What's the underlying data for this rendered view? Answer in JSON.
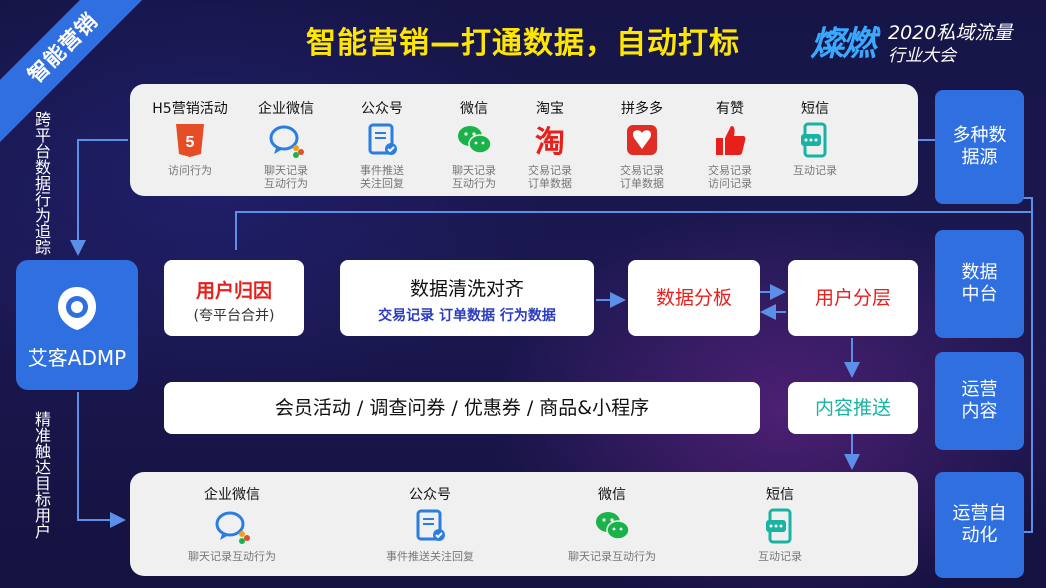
{
  "header": {
    "ribbon": "智能营销",
    "title": "智能营销—打通数据，自动打标",
    "logo_big": "燦燃",
    "logo_line1": "2020私域流量",
    "logo_line2": "行业大会"
  },
  "left": {
    "top_label": "跨平台数据行为追踪",
    "bottom_label": "精准触达目标用户",
    "admp_label": "艾客ADMP"
  },
  "top_channels": [
    {
      "name": "H5营销活动",
      "desc1": "访问行为",
      "desc2": "",
      "icon": "html5-icon"
    },
    {
      "name": "企业微信",
      "desc1": "聊天记录",
      "desc2": "互动行为",
      "icon": "wecom-icon"
    },
    {
      "name": "公众号",
      "desc1": "事件推送",
      "desc2": "关注回复",
      "icon": "official-account-icon"
    },
    {
      "name": "微信",
      "desc1": "聊天记录",
      "desc2": "互动行为",
      "icon": "wechat-icon"
    },
    {
      "name": "淘宝",
      "desc1": "交易记录",
      "desc2": "订单数据",
      "icon": "taobao-icon"
    },
    {
      "name": "拼多多",
      "desc1": "交易记录",
      "desc2": "订单数据",
      "icon": "pinduoduo-icon"
    },
    {
      "name": "有赞",
      "desc1": "交易记录",
      "desc2": "访问记录",
      "icon": "youzan-icon"
    },
    {
      "name": "短信",
      "desc1": "互动记录",
      "desc2": "",
      "icon": "sms-icon"
    }
  ],
  "middle": {
    "attribution_title": "用户归因",
    "attribution_sub": "(夸平台合并)",
    "cleaning_title": "数据清洗对齐",
    "cleaning_sub": "交易记录 订单数据 行为数据",
    "analysis": "数据分板",
    "layering": "用户分层",
    "activities": "会员活动 / 调查问券 / 优惠券 / 商品&小程序",
    "push": "内容推送"
  },
  "bottom_channels": [
    {
      "name": "企业微信",
      "desc": "聊天记录互动行为",
      "icon": "wecom-icon"
    },
    {
      "name": "公众号",
      "desc": "事件推送关注回复",
      "icon": "official-account-icon"
    },
    {
      "name": "微信",
      "desc": "聊天记录互动行为",
      "icon": "wechat-icon"
    },
    {
      "name": "短信",
      "desc": "互动记录",
      "icon": "sms-icon"
    }
  ],
  "right_blocks": [
    {
      "line1": "多种数",
      "line2": "据源"
    },
    {
      "line1": "数据",
      "line2": "中台"
    },
    {
      "line1": "运营",
      "line2": "内容"
    },
    {
      "line1": "运营自",
      "line2": "动化"
    }
  ],
  "colors": {
    "accent_blue": "#2f6fe0",
    "title_yellow": "#ffe600",
    "red": "#e8201c",
    "teal": "#19b3a3",
    "navy": "#2a3cc0"
  }
}
